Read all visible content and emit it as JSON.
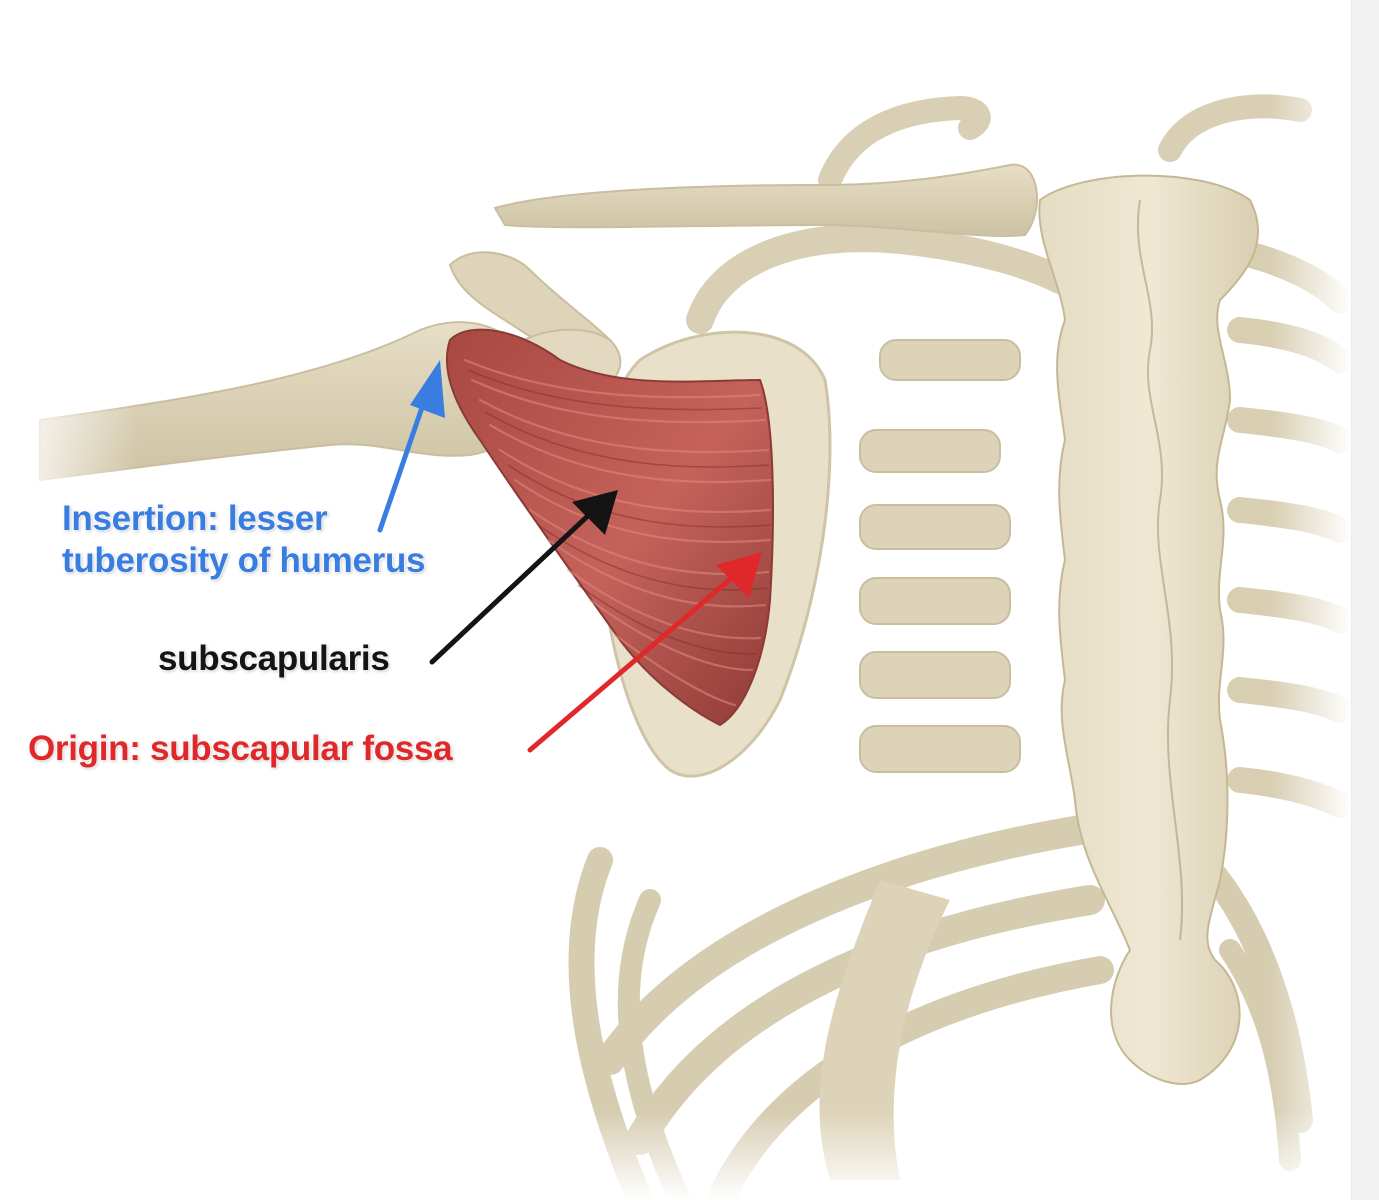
{
  "labels": {
    "insertion": [
      "Insertion: lesser",
      "tuberosity of humerus"
    ],
    "muscle": "subscapularis",
    "origin": "Origin: subscapular fossa"
  },
  "colors": {
    "insertion": "#3a7de0",
    "muscle": "#141414",
    "origin": "#e0282a",
    "bone": "#d9cfb4",
    "muscle_fill": "#b4564f"
  }
}
